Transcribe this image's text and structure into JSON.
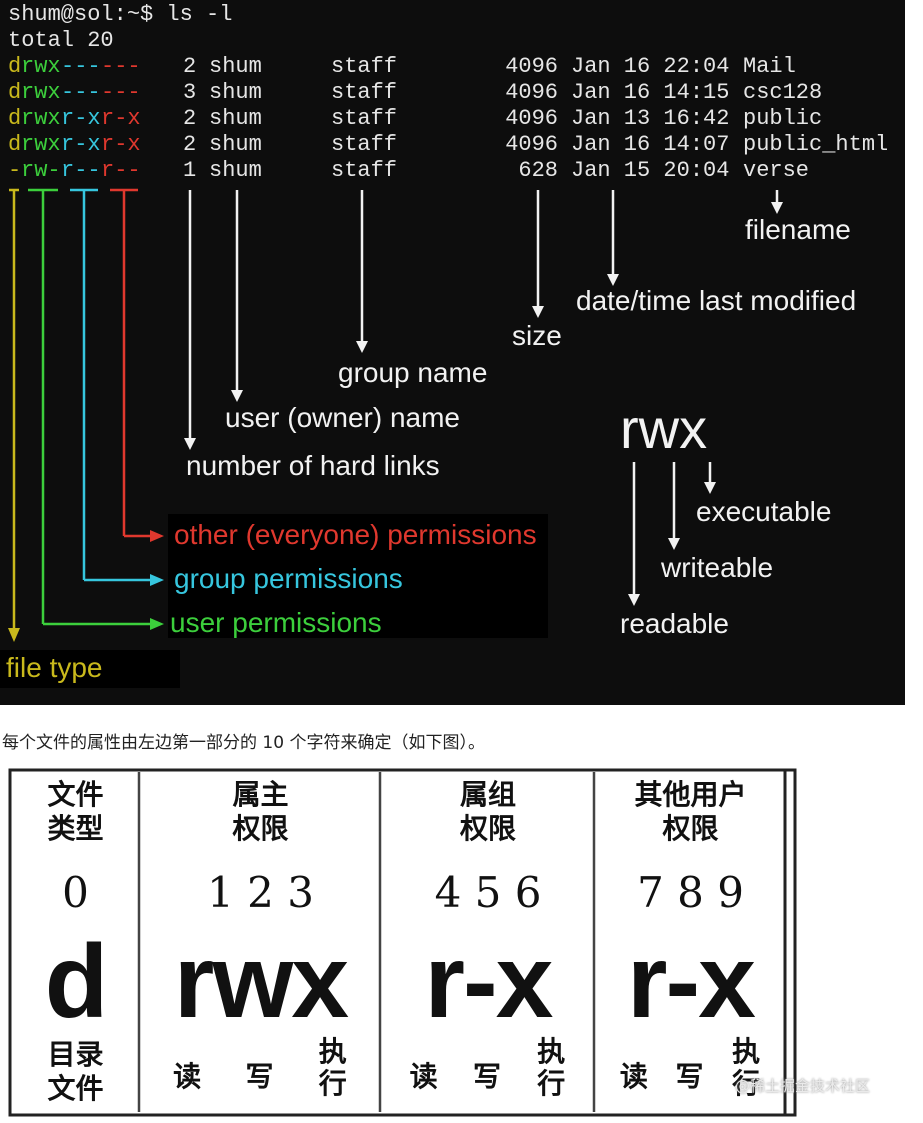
{
  "terminal": {
    "prompt": "shum@sol:~$ ls -l",
    "total": "total 20",
    "rows": [
      {
        "perm_type": "d",
        "perm_user": "rwx",
        "perm_group": "---",
        "perm_other": "---",
        "links": "2",
        "user": "shum",
        "group": "staff",
        "size": "4096",
        "date": "Jan 16 22:04",
        "name": "Mail"
      },
      {
        "perm_type": "d",
        "perm_user": "rwx",
        "perm_group": "---",
        "perm_other": "---",
        "links": "3",
        "user": "shum",
        "group": "staff",
        "size": "4096",
        "date": "Jan 16 14:15",
        "name": "csc128"
      },
      {
        "perm_type": "d",
        "perm_user": "rwx",
        "perm_group": "r-x",
        "perm_other": "r-x",
        "links": "2",
        "user": "shum",
        "group": "staff",
        "size": "4096",
        "date": "Jan 13 16:42",
        "name": "public"
      },
      {
        "perm_type": "d",
        "perm_user": "rwx",
        "perm_group": "r-x",
        "perm_other": "r-x",
        "links": "2",
        "user": "shum",
        "group": "staff",
        "size": "4096",
        "date": "Jan 16 14:07",
        "name": "public_html"
      },
      {
        "perm_type": "-",
        "perm_user": "rw-",
        "perm_group": "r--",
        "perm_other": "r--",
        "links": "1",
        "user": "shum",
        "group": "staff",
        "size": "628",
        "date": "Jan 15 20:04",
        "name": "verse"
      }
    ],
    "labels": {
      "filename": "filename",
      "datetime": "date/time last modified",
      "size": "size",
      "group_name": "group name",
      "user_name": "user (owner) name",
      "hard_links": "number of hard links",
      "other_perms": "other (everyone) permissions",
      "group_perms": "group permissions",
      "user_perms": "user permissions",
      "file_type": "file type",
      "rwx": "rwx",
      "executable": "executable",
      "writeable": "writeable",
      "readable": "readable"
    },
    "colors": {
      "yellow": "#c9b91c",
      "green": "#3ccf3c",
      "cyan": "#36c6de",
      "red": "#e0382e",
      "white": "#f2f2f2"
    }
  },
  "caption": "每个文件的属性由左边第一部分的 10 个字符来确定（如下图）。",
  "table": {
    "columns": [
      {
        "head": [
          "文件",
          "类型"
        ],
        "nums": "0",
        "big": "d",
        "foot": [
          "目录",
          "文件"
        ]
      },
      {
        "head": [
          "属主",
          "权限"
        ],
        "nums": "1  2  3",
        "big": "rwx",
        "foot": [
          "读",
          "写",
          "执行"
        ]
      },
      {
        "head": [
          "属组",
          "权限"
        ],
        "nums": "4 5 6",
        "big": "r-x",
        "foot": [
          "读",
          "写",
          "执行"
        ]
      },
      {
        "head": [
          "其他用户",
          "权限"
        ],
        "nums": "7 8 9",
        "big": "r-x",
        "foot": [
          "读",
          "写",
          "执行"
        ]
      }
    ]
  },
  "watermark": "@稀土掘金技术社区"
}
